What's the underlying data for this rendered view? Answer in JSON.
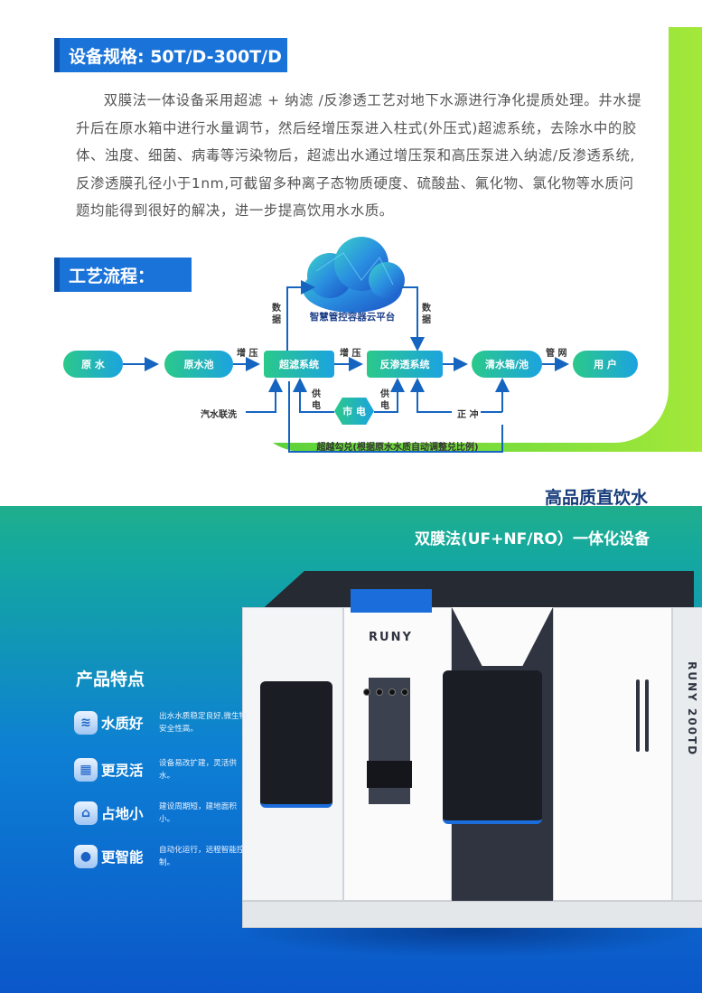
{
  "spec_tag": "设备规格: 50T/D-300T/D",
  "description": "双膜法一体设备采用超滤 + 纳滤 /反渗透工艺对地下水源进行净化提质处理。井水提升后在原水箱中进行水量调节，然后经增压泵进入柱式(外压式)超滤系统，去除水中的胶体、浊度、细菌、病毒等污染物后，超滤出水通过增压泵和高压泵进入纳滤/反渗透系统,反渗透膜孔径小于1nm,可截留多种离子态物质硬度、硫酸盐、氟化物、氯化物等水质问题均能得到很好的解决，进一步提高饮用水水质。",
  "process_tag": "工艺流程：",
  "diagram": {
    "cloud": "智慧管控容器云平台",
    "nodes": [
      "原 水",
      "原水池",
      "超滤系统",
      "反渗透系统",
      "清水箱/池",
      "用 户"
    ],
    "boost1": "增 压",
    "boost2": "增 压",
    "pipe": "管 网",
    "data_left": "数据",
    "data_right": "数据",
    "steam_wash": "汽水联洗",
    "power_left": "供电",
    "power_right": "供电",
    "city_power": "市 电",
    "flush": "正 冲",
    "blend": "超越勾兑(根据原水水质自动调整兑比例)"
  },
  "title_hq": "高品质直饮水",
  "title_dm": "双膜法(UF+NF/RO）一体化设备",
  "features_title": "产品特点",
  "features": [
    {
      "icon": "water-quality-icon",
      "name": "水质好",
      "desc": "出水水质稳定良好,微生物安全性高。"
    },
    {
      "icon": "flexible-icon",
      "name": "更灵活",
      "desc": "设备易改扩建，灵活供水。"
    },
    {
      "icon": "house-icon",
      "name": "占地小",
      "desc": "建设周期短，建地面积小。"
    },
    {
      "icon": "user-icon",
      "name": "更智能",
      "desc": "自动化运行，远程智能控制。"
    }
  ],
  "machine": {
    "brand": "RUNY",
    "side_text": "RUNY 200TD"
  },
  "colors": {
    "accent_blue": "#1a73d9",
    "green": "#5ad03a",
    "dark_navy": "#163b7a"
  }
}
